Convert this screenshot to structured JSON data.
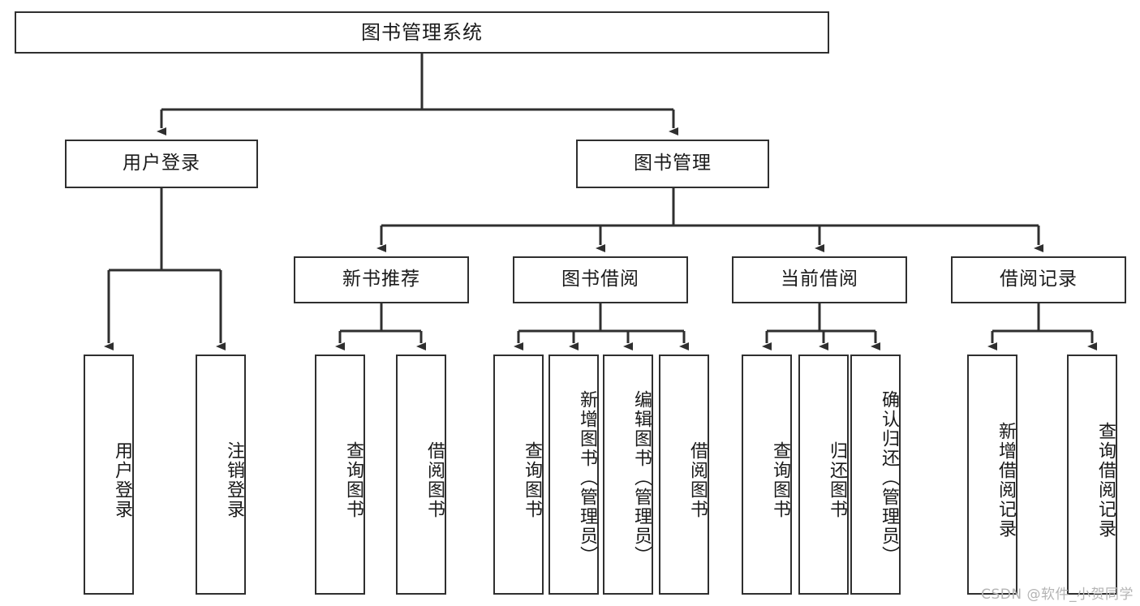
{
  "diagram": {
    "title": "图书管理系统",
    "type": "tree",
    "root": {
      "label": "图书管理系统"
    },
    "level2": [
      {
        "label": "用户登录"
      },
      {
        "label": "图书管理"
      }
    ],
    "level3": [
      {
        "label": "新书推荐"
      },
      {
        "label": "图书借阅"
      },
      {
        "label": "当前借阅"
      },
      {
        "label": "借阅记录"
      }
    ],
    "leaves": {
      "user_login": [
        {
          "label": "用户登录"
        },
        {
          "label": "注销登录"
        }
      ],
      "new_book_recommend": [
        {
          "label": "查询图书"
        },
        {
          "label": "借阅图书"
        }
      ],
      "book_borrow": [
        {
          "label": "查询图书"
        },
        {
          "label": "新增图书（管理员）"
        },
        {
          "label": "编辑图书（管理员）"
        },
        {
          "label": "借阅图书"
        }
      ],
      "current_borrow": [
        {
          "label": "查询图书"
        },
        {
          "label": "归还图书"
        },
        {
          "label": "确认归还（管理员）"
        }
      ],
      "borrow_record": [
        {
          "label": "新增借阅记录"
        },
        {
          "label": "查询借阅记录"
        }
      ]
    }
  },
  "watermark": {
    "text": "CSDN @软件_小贺同学"
  },
  "colors": {
    "border": "#2f2f2f",
    "background": "#ffffff",
    "text": "#1a1a1a",
    "watermark": "#b4b4b4"
  }
}
